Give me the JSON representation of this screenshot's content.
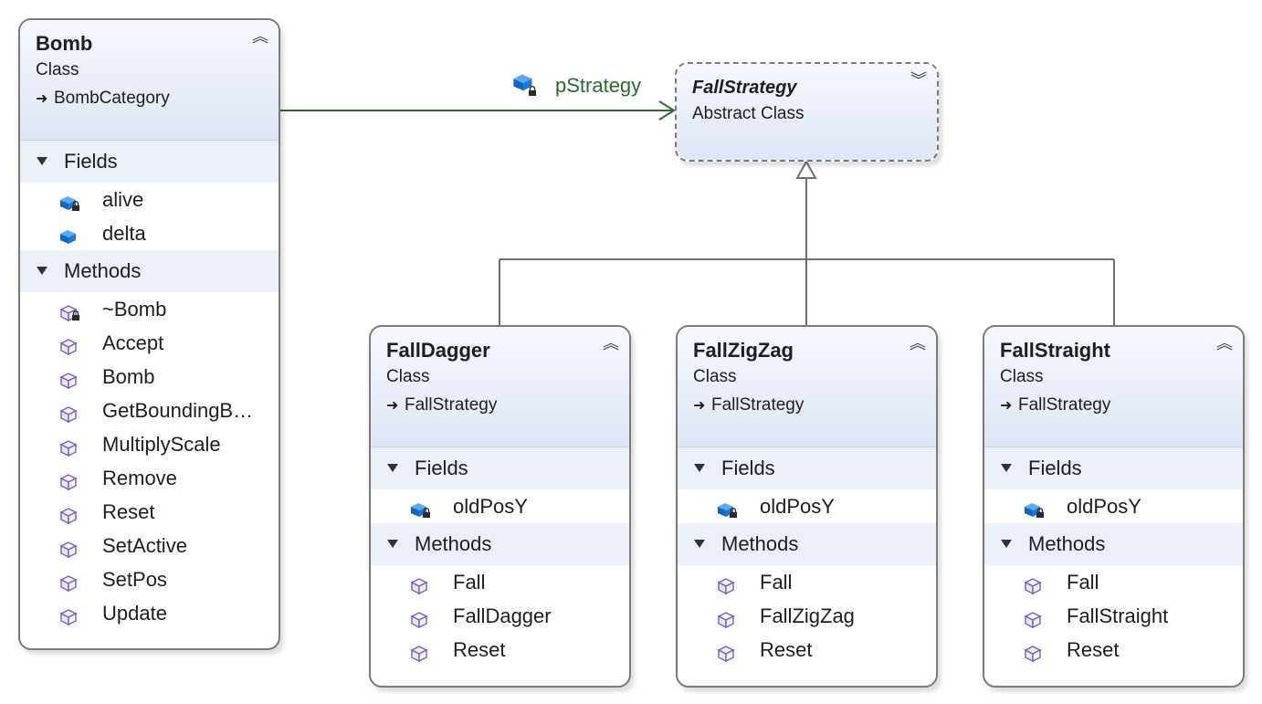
{
  "diagram": {
    "association": {
      "label": "pStrategy"
    },
    "abstract_class": {
      "name": "FallStrategy",
      "kind": "Abstract Class"
    },
    "classes": [
      {
        "name": "Bomb",
        "kind": "Class",
        "inherits": "BombCategory",
        "fields_label": "Fields",
        "methods_label": "Methods",
        "fields": [
          {
            "name": "alive",
            "visibility": "private"
          },
          {
            "name": "delta",
            "visibility": "public"
          }
        ],
        "methods": [
          {
            "name": "~Bomb",
            "visibility": "private"
          },
          {
            "name": "Accept",
            "visibility": "public"
          },
          {
            "name": "Bomb",
            "visibility": "public"
          },
          {
            "name": "GetBoundingB…",
            "visibility": "public"
          },
          {
            "name": "MultiplyScale",
            "visibility": "public"
          },
          {
            "name": "Remove",
            "visibility": "public"
          },
          {
            "name": "Reset",
            "visibility": "public"
          },
          {
            "name": "SetActive",
            "visibility": "public"
          },
          {
            "name": "SetPos",
            "visibility": "public"
          },
          {
            "name": "Update",
            "visibility": "public"
          }
        ]
      },
      {
        "name": "FallDagger",
        "kind": "Class",
        "inherits": "FallStrategy",
        "fields_label": "Fields",
        "methods_label": "Methods",
        "fields": [
          {
            "name": "oldPosY",
            "visibility": "private"
          }
        ],
        "methods": [
          {
            "name": "Fall",
            "visibility": "public"
          },
          {
            "name": "FallDagger",
            "visibility": "public"
          },
          {
            "name": "Reset",
            "visibility": "public"
          }
        ]
      },
      {
        "name": "FallZigZag",
        "kind": "Class",
        "inherits": "FallStrategy",
        "fields_label": "Fields",
        "methods_label": "Methods",
        "fields": [
          {
            "name": "oldPosY",
            "visibility": "private"
          }
        ],
        "methods": [
          {
            "name": "Fall",
            "visibility": "public"
          },
          {
            "name": "FallZigZag",
            "visibility": "public"
          },
          {
            "name": "Reset",
            "visibility": "public"
          }
        ]
      },
      {
        "name": "FallStraight",
        "kind": "Class",
        "inherits": "FallStrategy",
        "fields_label": "Fields",
        "methods_label": "Methods",
        "fields": [
          {
            "name": "oldPosY",
            "visibility": "private"
          }
        ],
        "methods": [
          {
            "name": "Fall",
            "visibility": "public"
          },
          {
            "name": "FallStraight",
            "visibility": "public"
          },
          {
            "name": "Reset",
            "visibility": "public"
          }
        ]
      }
    ]
  },
  "icons": {
    "collapse": "double-chevron-up-icon",
    "expand": "double-chevron-down-icon",
    "field": "field-icon",
    "method": "method-icon",
    "private_overlay": "lock-icon",
    "inherits": "inheritance-arrow-icon"
  },
  "colors": {
    "header_top": "#f5f7fd",
    "header_bottom": "#dfe6f4",
    "section": "#ebeff8",
    "border": "#7a7a7a",
    "association": "#2c6a2c",
    "field_icon": "#1478d4",
    "method_icon": "#7a5ac8"
  }
}
